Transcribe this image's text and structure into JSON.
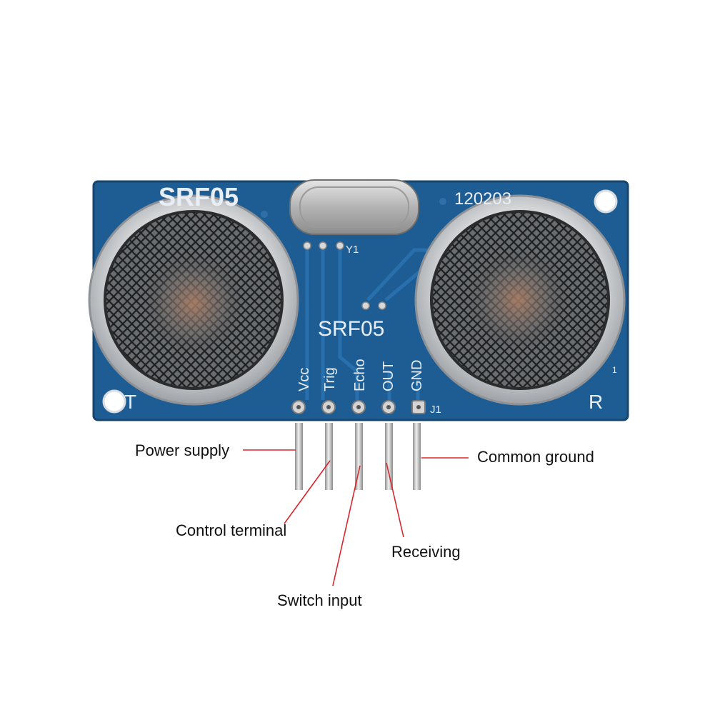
{
  "board": {
    "model_top": "SRF05",
    "model_center": "SRF05",
    "code": "120203",
    "crystal_label": "Y1",
    "connector_label": "J1",
    "transmitter_mark": "T",
    "receiver_mark": "R",
    "pin1_mark": "1"
  },
  "pins": [
    {
      "label": "Vcc"
    },
    {
      "label": "Trig"
    },
    {
      "label": "Echo"
    },
    {
      "label": "OUT"
    },
    {
      "label": "GND"
    }
  ],
  "callouts": {
    "power_supply": "Power supply",
    "control_terminal": "Control terminal",
    "switch_input": "Switch input",
    "receiving": "Receiving",
    "common_ground": "Common ground"
  },
  "colors": {
    "pcb": "#1e5d93",
    "pcb_dark": "#17456e",
    "leader": "#d9262c",
    "pin_metal": "#b8b8b8"
  }
}
